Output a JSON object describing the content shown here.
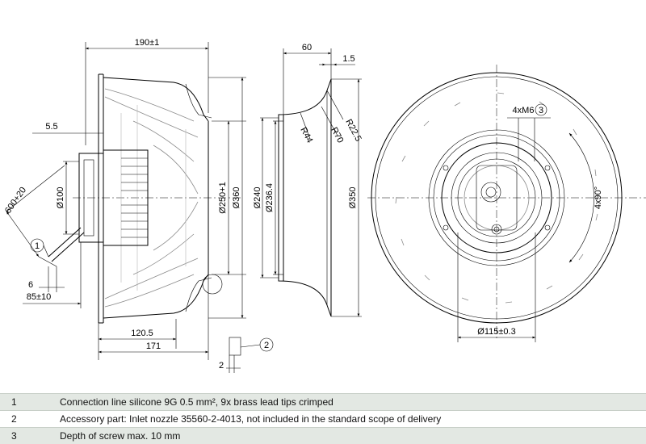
{
  "dims": {
    "width_190": "190±1",
    "d_5_5": "5.5",
    "len_600": "600+20",
    "dia_100": "Ø100",
    "d_6": "6",
    "d_85": "85±10",
    "d_120_5": "120.5",
    "d_171": "171",
    "d_2": "2",
    "dia_250": "Ø250+1",
    "dia_360": "Ø360",
    "d_60": "60",
    "d_1_5": "1.5",
    "r_22_5": "R22.5",
    "r_70": "R70",
    "r_44": "R44",
    "dia_240": "Ø240",
    "dia_236_4": "Ø236.4",
    "dia_350": "Ø350",
    "thread": "4xM6",
    "angle": "4x90°",
    "dia_115": "Ø115±0.3"
  },
  "callouts": {
    "c1": "1",
    "c2": "2",
    "c3": "3"
  },
  "notes": [
    {
      "num": "1",
      "text": "Connection line silicone 9G 0.5 mm², 9x brass lead tips crimped"
    },
    {
      "num": "2",
      "text": "Accessory part: Inlet nozzle 35560-2-4013, not included in the standard scope of delivery"
    },
    {
      "num": "3",
      "text": "Depth of screw max. 10 mm"
    }
  ]
}
